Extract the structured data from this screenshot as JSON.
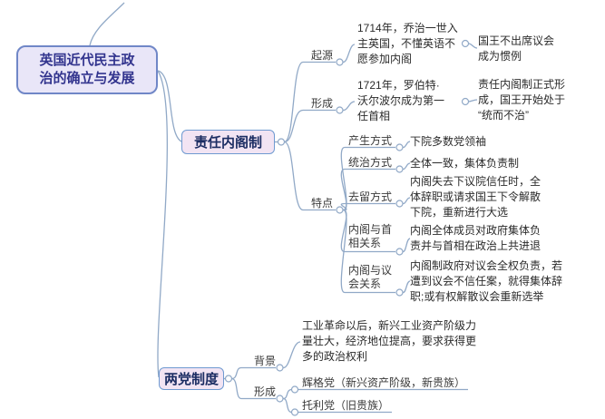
{
  "root": {
    "label": "英国近代民主政\n治的确立与发展"
  },
  "cabinet": {
    "label": "责任内阁制",
    "origin": {
      "label": "起源",
      "content": "1714年，乔治一世入\n主英国，不懂英语不\n愿参加内阁",
      "result": "国王不出席议会\n成为惯例"
    },
    "formation": {
      "label": "形成",
      "content": "1721年，罗伯特·\n沃尔波尔成为第一\n任首相",
      "result": "责任内阁制正式形\n成，国王开始处于\n“统而不治”"
    },
    "features": {
      "label": "特点",
      "items": [
        {
          "label": "产生方式",
          "content": "下院多数党领袖"
        },
        {
          "label": "统治方式",
          "content": "全体一致，集体负责制"
        },
        {
          "label": "去留方式",
          "content": "内阁失去下议院信任时，全\n体辞职或请求国王下令解散\n下院，重新进行大选"
        },
        {
          "label": "内阁与首\n相关系",
          "content": "内阁全体成员对政府集体负\n责并与首相在政治上共进退"
        },
        {
          "label": "内阁与议\n会关系",
          "content": "内阁制政府对议会全权负责，若\n遭到议会不信任案，就得集体辞\n职;或有权解散议会重新选举"
        }
      ]
    }
  },
  "twoparty": {
    "label": "两党制度",
    "background": {
      "label": "背景",
      "content": "工业革命以后，新兴工业资产阶级力\n量壮大，经济地位提高，要求获得更\n多的政治权利"
    },
    "formation": {
      "label": "形成",
      "items": [
        {
          "label": "辉格党（新兴资产阶级，新贵族）"
        },
        {
          "label": "托利党（旧贵族）"
        }
      ]
    }
  },
  "colors": {
    "line": "#91a9c7",
    "root_fill": "#e9e6f8",
    "root_border": "#7087c7",
    "node_fill": "#f2e4f3",
    "node_border": "#6f9ad1"
  }
}
